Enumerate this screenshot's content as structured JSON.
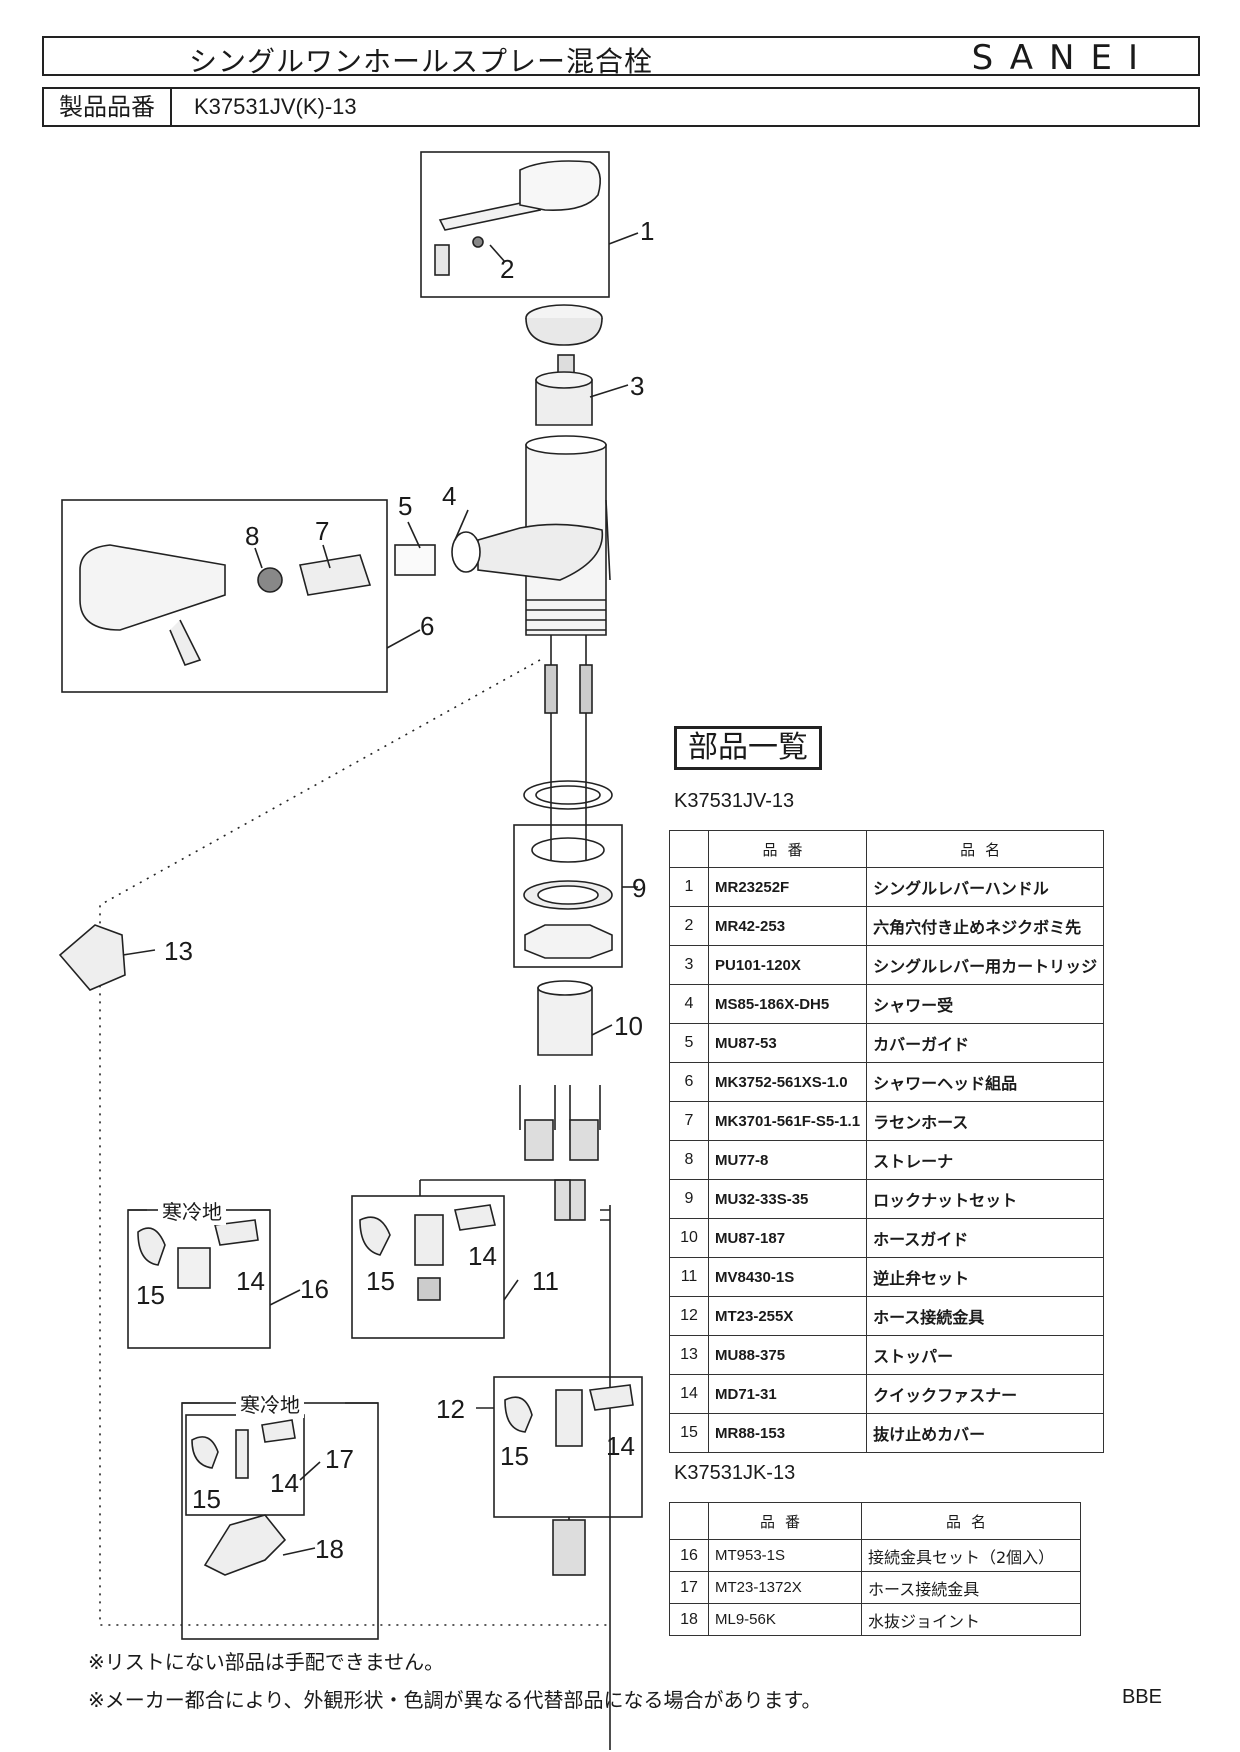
{
  "header": {
    "title": "シングルワンホールスプレー混合栓",
    "brand": "SANEI",
    "product_label": "製品品番",
    "product_number": "K37531JV(K)-13"
  },
  "parts_list": {
    "title": "部品一覧",
    "col_no": "",
    "col_code": "品番",
    "col_name": "品名",
    "set1": {
      "model": "K37531JV-13",
      "rows": [
        {
          "no": "1",
          "code": "MR23252F",
          "name": "シングルレバーハンドル"
        },
        {
          "no": "2",
          "code": "MR42-253",
          "name": "六角穴付き止めネジクボミ先"
        },
        {
          "no": "3",
          "code": "PU101-120X",
          "name": "シングルレバー用カートリッジ"
        },
        {
          "no": "4",
          "code": "MS85-186X-DH5",
          "name": "シャワー受"
        },
        {
          "no": "5",
          "code": "MU87-53",
          "name": "カバーガイド"
        },
        {
          "no": "6",
          "code": "MK3752-561XS-1.0",
          "name": "シャワーヘッド組品"
        },
        {
          "no": "7",
          "code": "MK3701-561F-S5-1.1",
          "name": "ラセンホース"
        },
        {
          "no": "8",
          "code": "MU77-8",
          "name": "ストレーナ"
        },
        {
          "no": "9",
          "code": "MU32-33S-35",
          "name": "ロックナットセット"
        },
        {
          "no": "10",
          "code": "MU87-187",
          "name": "ホースガイド"
        },
        {
          "no": "11",
          "code": "MV8430-1S",
          "name": "逆止弁セット"
        },
        {
          "no": "12",
          "code": "MT23-255X",
          "name": "ホース接続金具"
        },
        {
          "no": "13",
          "code": "MU88-375",
          "name": "ストッパー"
        },
        {
          "no": "14",
          "code": "MD71-31",
          "name": "クイックファスナー"
        },
        {
          "no": "15",
          "code": "MR88-153",
          "name": "抜け止めカバー"
        }
      ]
    },
    "set2": {
      "model": "K37531JK-13",
      "rows": [
        {
          "no": "16",
          "code": "MT953-1S",
          "name": "接続金具セット（2個入）"
        },
        {
          "no": "17",
          "code": "MT23-1372X",
          "name": "ホース接続金具"
        },
        {
          "no": "18",
          "code": "ML9-56K",
          "name": "水抜ジョイント"
        }
      ]
    }
  },
  "diagram": {
    "cold_region_label": "寒冷地",
    "callouts": [
      "1",
      "2",
      "3",
      "4",
      "5",
      "6",
      "7",
      "8",
      "9",
      "10",
      "11",
      "12",
      "13",
      "14",
      "15",
      "16",
      "17",
      "18"
    ]
  },
  "notes": [
    "※リストにない部品は手配できません。",
    "※メーカー都合により、外観形状・色調が異なる代替部品になる場合があります。"
  ],
  "footer_code": "BBE"
}
